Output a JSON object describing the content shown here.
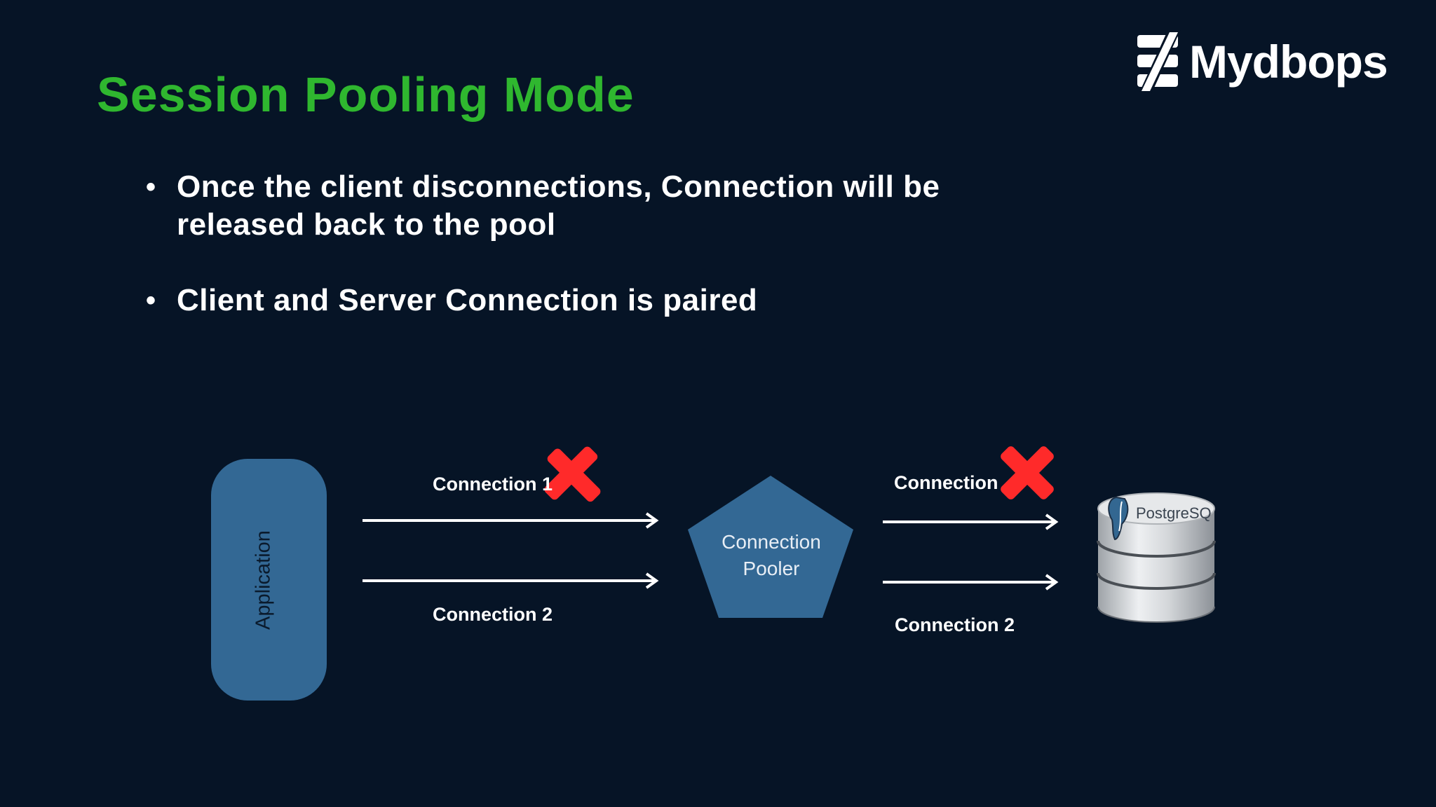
{
  "slide": {
    "title": "Session Pooling Mode",
    "logo_text": "Mydbops",
    "bullets": [
      {
        "line1": "Once the client disconnections, Connection will be",
        "line2": "released back to the pool"
      },
      {
        "line1": "Client and Server Connection is paired",
        "line2": ""
      }
    ]
  },
  "diagram": {
    "application_label": "Application",
    "pooler_line1": "Connection",
    "pooler_line2": "Pooler",
    "left_connection_1": "Connection 1",
    "left_connection_2": "Connection 2",
    "right_connection_1": "Connection",
    "right_connection_2": "Connection 2",
    "database_label": "PostgreSQ",
    "colors": {
      "title": "#2fb72f",
      "shape_fill": "#336894",
      "close_mark": "#ff2a2a",
      "background": "#061426"
    }
  }
}
